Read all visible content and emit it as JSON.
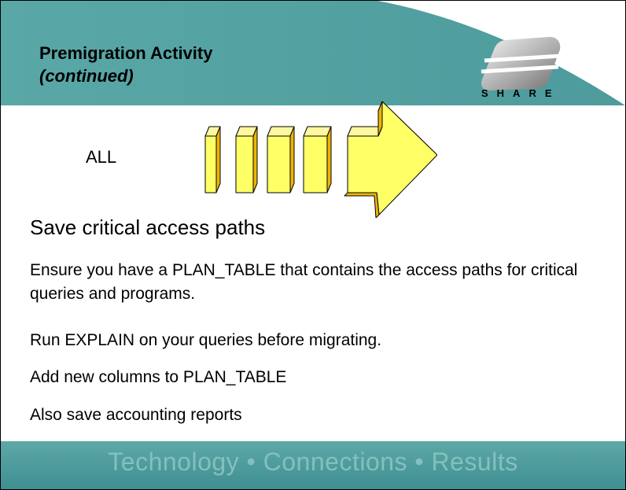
{
  "slide": {
    "title": "Premigration Activity",
    "subtitle": "(continued)",
    "logo_text": "SHARE",
    "all_label": "ALL",
    "heading": "Save critical access paths",
    "bullets": [
      "Ensure you have a PLAN_TABLE that contains the access paths for critical queries and programs.",
      "Run EXPLAIN on your queries before migrating.",
      "Add new columns to PLAN_TABLE",
      "Also save accounting reports"
    ],
    "footer": "Technology • Connections • Results"
  },
  "colors": {
    "header_teal": "#5ea8a8",
    "arrow_yellow": "#ffff66",
    "arrow_shadow": "#f0b400",
    "footer_teal": "#4a9a9b",
    "footer_text": "#83c0be"
  },
  "icons": {
    "logo": "share-logo-icon",
    "arrow": "block-arrow-icon"
  }
}
